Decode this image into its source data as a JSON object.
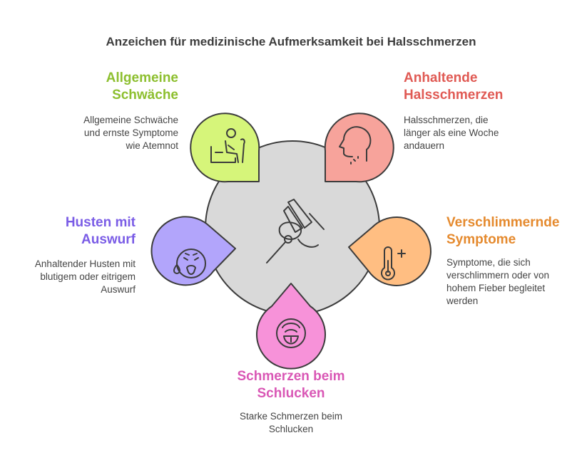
{
  "title": "Anzeichen für medizinische Aufmerksamkeit bei Halsschmerzen",
  "items": [
    {
      "heading_lines": [
        "Allgemeine",
        "Schwäche"
      ],
      "desc_lines": [
        "Allgemeine Schwäche",
        "und ernste Symptome",
        "wie Atemnot"
      ],
      "color": "#8dbf2f",
      "fill": "#d6f57a",
      "icon": "elderly-person-cane-icon"
    },
    {
      "heading_lines": [
        "Anhaltende",
        "Halsschmerzen"
      ],
      "desc_lines": [
        "Halsschmerzen, die",
        "länger als eine Woche",
        "andauern"
      ],
      "color": "#e05a54",
      "fill": "#f7a39b",
      "icon": "sore-throat-head-icon"
    },
    {
      "heading_lines": [
        "Verschlimmernde",
        "Symptome"
      ],
      "desc_lines": [
        "Symptome, die sich",
        "verschlimmern oder von",
        "hohem Fieber begleitet",
        "werden"
      ],
      "color": "#e58a2e",
      "fill": "#ffbe82",
      "icon": "thermometer-plus-icon"
    },
    {
      "heading_lines": [
        "Schmerzen beim",
        "Schlucken"
      ],
      "desc_lines": [
        "Starke Schmerzen beim",
        "Schlucken"
      ],
      "color": "#d957b5",
      "fill": "#f792d9",
      "icon": "open-mouth-throat-icon"
    },
    {
      "heading_lines": [
        "Husten mit",
        "Auswurf"
      ],
      "desc_lines": [
        "Anhaltender Husten mit",
        "blutigem oder eitrigem",
        "Auswurf"
      ],
      "color": "#7a5ce6",
      "fill": "#b2a5fb",
      "icon": "coughing-face-icon"
    }
  ],
  "center_icon": "throat-swab-icon",
  "center_fill": "#d9d9d9"
}
